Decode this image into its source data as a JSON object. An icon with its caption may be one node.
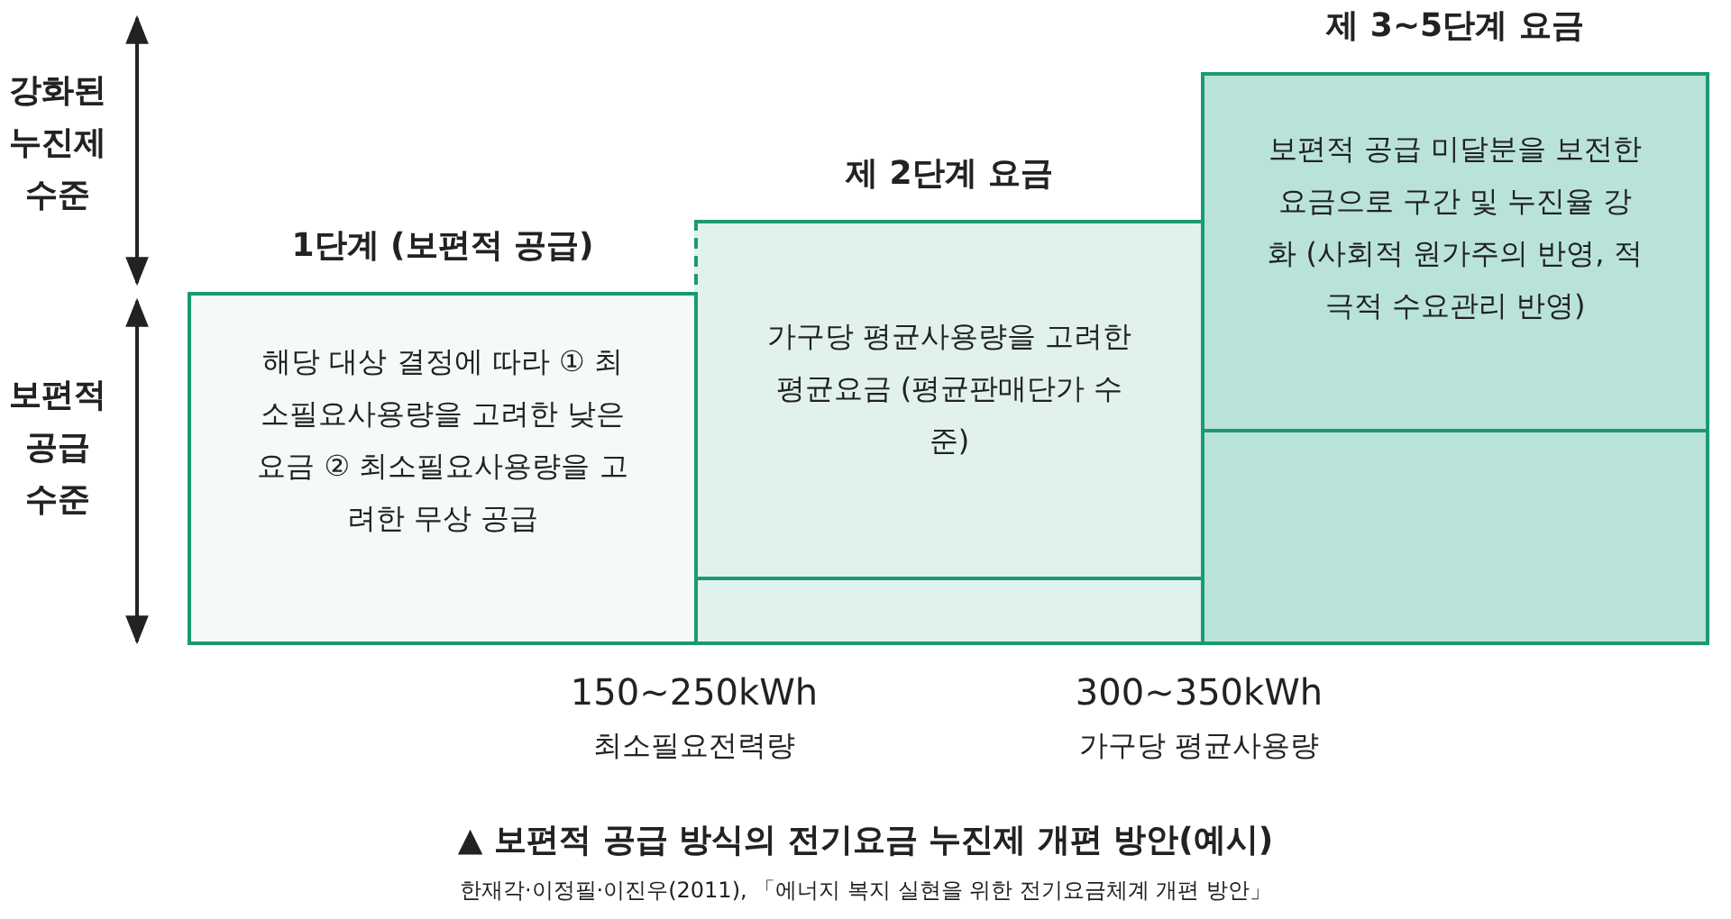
{
  "diagram": {
    "title": "▲ 보편적 공급 방식의 전기요금 누진제 개편 방안(예시)",
    "caption": "한재각·이정필·이진우(2011), 「에너지 복지 실현을 위한 전기요금체계 개편 방안」",
    "nodes": [
      {
        "text": [
          "1단계 (보편적 공급)",
          "해당 대상 결정에 따라 ① 최소필요사용량을 고려한 낮은 요금 ② 최소필요사용량을 고려한 무상 공급"
        ]
      },
      {
        "text": [
          "제 2단계 요금",
          "가구당 평균사용량을 고려한 평균요금 (평균판매단가 수준)"
        ]
      },
      {
        "text": [
          "제 3~5단계 요금",
          "보편적 공급 미달분을 보전한 요금으로 구간 및 누진율 강화 (사회적 원가주의 반영, 적극적 수요관리 반영)"
        ]
      }
    ],
    "edges": [],
    "labels": [
      "강화된 누진제 수준",
      "보편적 공급 수준",
      "150~250kWh",
      "최소필요전력량",
      "300~350kWh",
      "가구당 평균사용량"
    ]
  }
}
